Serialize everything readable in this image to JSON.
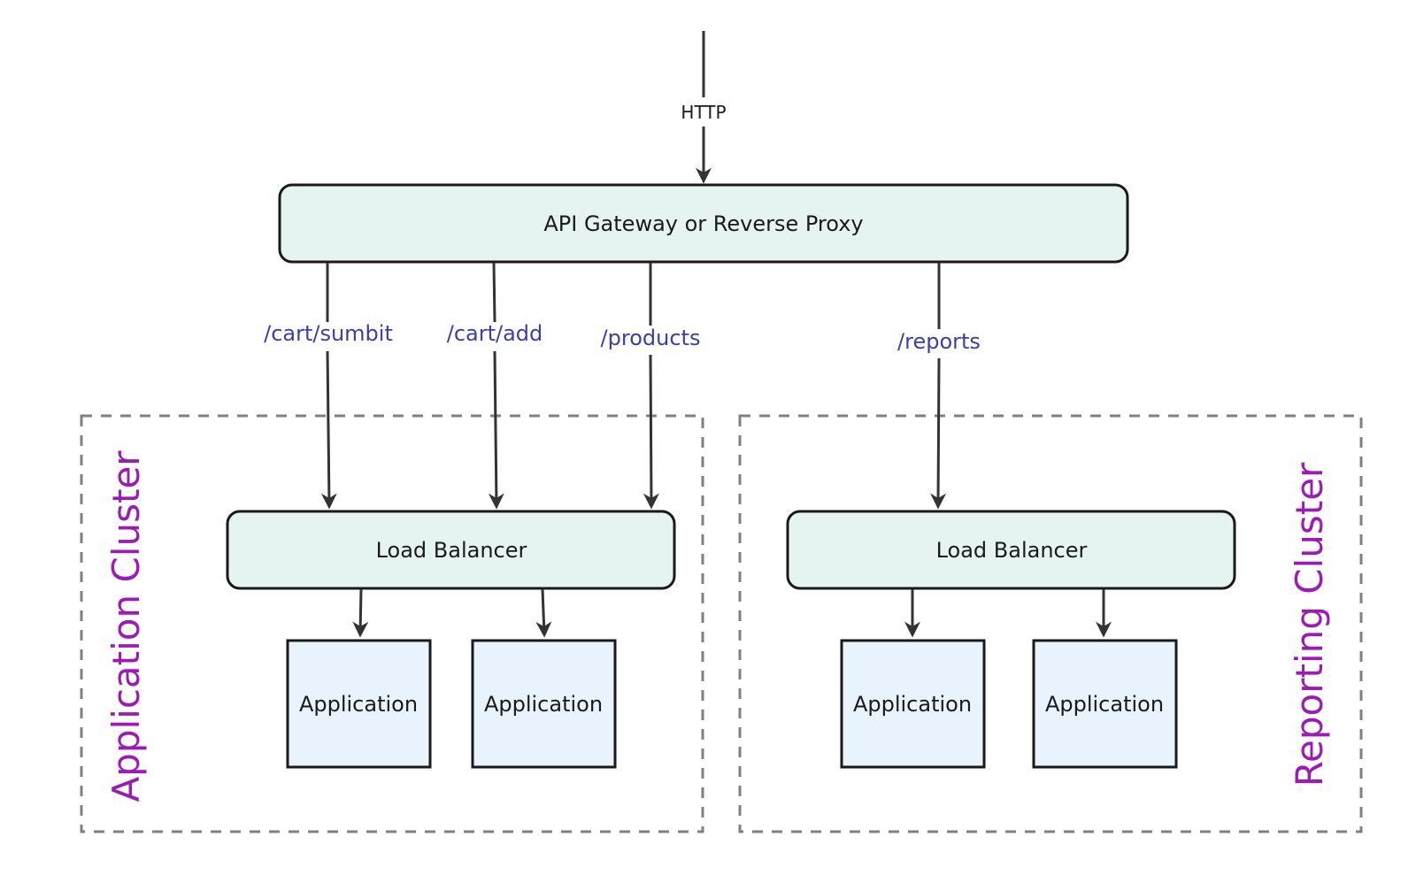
{
  "colors": {
    "node_fill": "#e6f4f1",
    "app_fill": "#e8f3fd",
    "stroke": "#1a1a1a",
    "edge": "#333333",
    "route_label": "#3b3fa6",
    "cluster_label": "#9b1bb5",
    "cluster_border": "#808080"
  },
  "input": {
    "label": "HTTP"
  },
  "gateway": {
    "label": "API Gateway or Reverse Proxy"
  },
  "routes": {
    "cart_submit": "/cart/sumbit",
    "cart_add": "/cart/add",
    "products": "/products",
    "reports": "/reports"
  },
  "clusters": {
    "application": {
      "title": "Application Cluster",
      "load_balancer": "Load Balancer",
      "apps": [
        "Application",
        "Application"
      ]
    },
    "reporting": {
      "title": "Reporting Cluster",
      "load_balancer": "Load Balancer",
      "apps": [
        "Application",
        "Application"
      ]
    }
  }
}
